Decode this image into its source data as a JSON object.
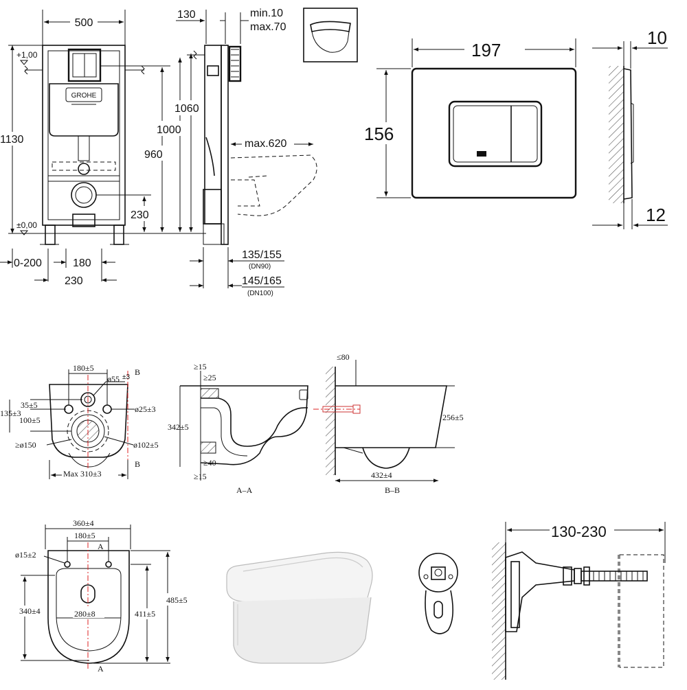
{
  "frame_drawing": {
    "width_top": "500",
    "offset_130": "130",
    "min_depth": "min.10",
    "max_depth": "max.70",
    "level_plus": "+1,00",
    "level_zero": "±0,00",
    "height_1130": "1130",
    "height_1060": "1060",
    "height_1000": "1000",
    "height_960": "960",
    "height_230": "230",
    "max_620": "max.620",
    "dim_0_200": "0-200",
    "dim_180": "180",
    "dim_230_bottom": "230",
    "dn90_value": "135/155",
    "dn90_label": "(DN90)",
    "dn100_value": "145/165",
    "dn100_label": "(DN100)",
    "brand_logo": "GROHE"
  },
  "flush_plate": {
    "width": "197",
    "height": "156",
    "thickness_top": "10",
    "thickness_bottom": "12"
  },
  "toilet_back_view": {
    "dim_180": "180±5",
    "marker_b_top": "B",
    "marker_b_bottom": "B",
    "dia_55": "ø55",
    "dia_55_tol": "±3",
    "dim_35": "35±5",
    "dim_135": "135±3",
    "dim_100": "100±5",
    "dia_25": "ø25±3",
    "dia_150": "≥ø150",
    "dia_102": "ø102±5",
    "max_width": "Max 310±3"
  },
  "section_a": {
    "ge_15_top": "≥15",
    "ge_25": "≥25",
    "height_342": "342±5",
    "ge_40": "≥40",
    "ge_15_bottom": "≥15",
    "caption": "A–A"
  },
  "section_b": {
    "le_80": "≤80",
    "height_256": "256±5",
    "length_432": "432±4",
    "caption": "B–B"
  },
  "top_view": {
    "width_360": "360±4",
    "dim_180": "180±5",
    "marker_a_top": "A",
    "marker_a_bottom": "A",
    "dia_15": "ø15±2",
    "dim_340": "340±4",
    "dim_280": "280±8",
    "dim_411": "411±5",
    "dim_485": "485±5"
  },
  "bolt_drawing": {
    "range": "130-230"
  }
}
